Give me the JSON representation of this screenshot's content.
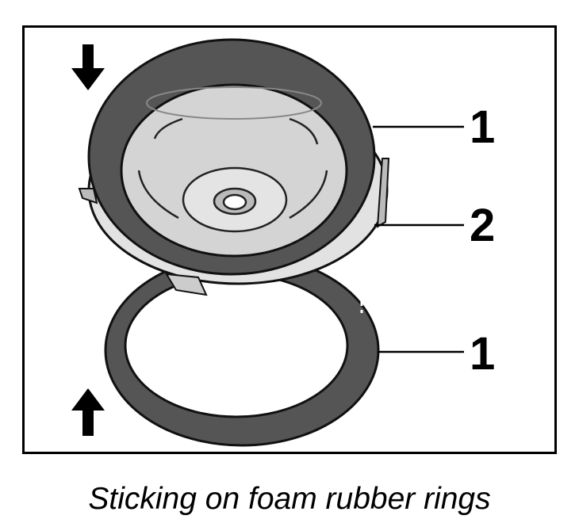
{
  "labels": {
    "upper_ring": "1",
    "fitting": "2",
    "lower_ring": "1"
  },
  "caption": "Sticking on foam rubber rings",
  "icons": {
    "top_arrow": "arrow-down-icon",
    "bottom_arrow": "arrow-up-icon"
  },
  "colors": {
    "ring": "#555555",
    "fitting": "#d8d8d8",
    "line": "#000000"
  }
}
